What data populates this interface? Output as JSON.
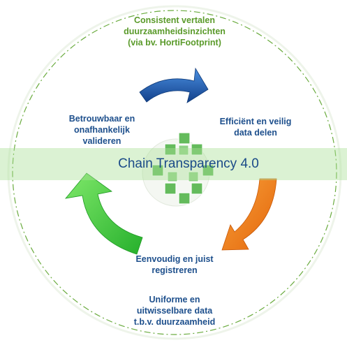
{
  "title": "Chain Transparency 4.0",
  "colors": {
    "blue_arrow": "#1f5fb0",
    "orange_arrow": "#f07a10",
    "green_arrow": "#3cc83a",
    "label_blue": "#1d4f8c",
    "label_green": "#5a9a2a",
    "banner_green": "#aee19a",
    "cube_green": "#5fb85a"
  },
  "labels": {
    "top": [
      "Consistent vertalen",
      "duurzaamheidsinzichten",
      "(via bv. HortiFootprint)"
    ],
    "right": [
      "Efficiënt en veilig",
      "data delen"
    ],
    "left": [
      "Betrouwbaar en",
      "onafhankelijk",
      "valideren"
    ],
    "bottom": [
      "Eenvoudig en juist",
      "registreren"
    ],
    "footer": [
      "Uniforme en",
      "uitwisselbare data",
      "t.b.v. duurzaamheid"
    ]
  },
  "icons": [
    "cycle-diagram-icon",
    "cube-cluster-icon"
  ]
}
